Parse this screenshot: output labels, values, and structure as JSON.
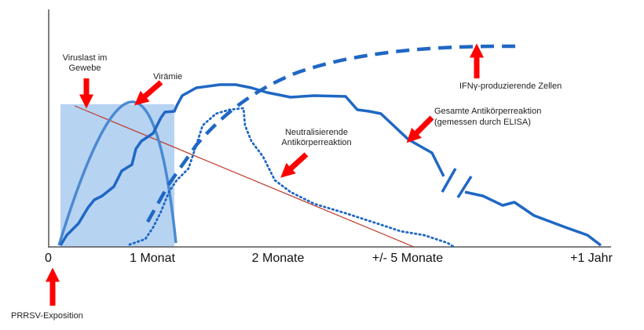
{
  "diagram": {
    "x_axis_labels": [
      "0",
      "1 Monat",
      "2 Monate",
      "+/- 5 Monate",
      "+1 Jahr"
    ],
    "annotations": {
      "viral_load_tissue": [
        "Viruslast im",
        "Gewebe"
      ],
      "viremia": "Virämie",
      "neutralizing": [
        "Neutralisierende",
        "Antikörperreaktion"
      ],
      "ifn": "IFNγ-produzierende Zellen",
      "total_antibody": [
        "Gesamte Antikörperreaktion",
        "(gemessen durch ELISA)"
      ],
      "exposure": "PRRSV-Exposition"
    },
    "colors": {
      "curve": "#1f67c4",
      "viremia": "#4a8ad0",
      "shade": "#b7d3f2",
      "arrow": "#ff0000",
      "trend": "#c0392b"
    }
  }
}
